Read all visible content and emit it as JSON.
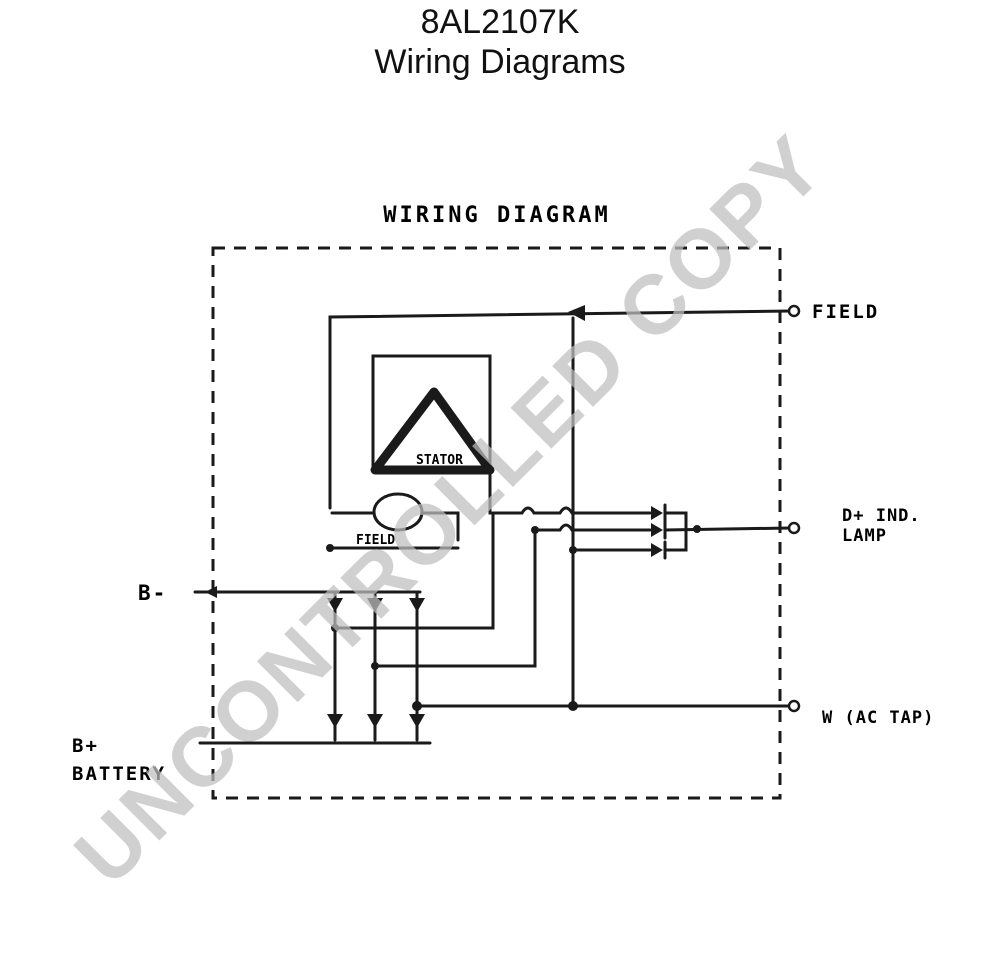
{
  "header": {
    "part_number": "8AL2107K",
    "subtitle": "Wiring Diagrams"
  },
  "diagram": {
    "heading": "WIRING DIAGRAM",
    "labels": {
      "field": "FIELD",
      "d_plus_line1": "D+ IND.",
      "d_plus_line2": "LAMP",
      "w_tap": "W (AC TAP)",
      "b_minus": "B-",
      "b_plus": "B+",
      "battery": "BATTERY",
      "stator": "STATOR",
      "field_coil": "FIELD"
    }
  },
  "watermark": {
    "text": "UNCONTROLLED COPY",
    "color": "#bfbfbf"
  }
}
